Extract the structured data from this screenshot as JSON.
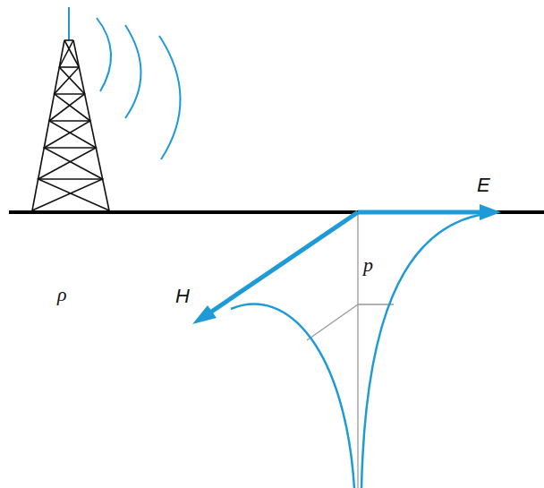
{
  "diagram": {
    "labels": [
      "E",
      "p",
      "ρ",
      "H"
    ]
  }
}
